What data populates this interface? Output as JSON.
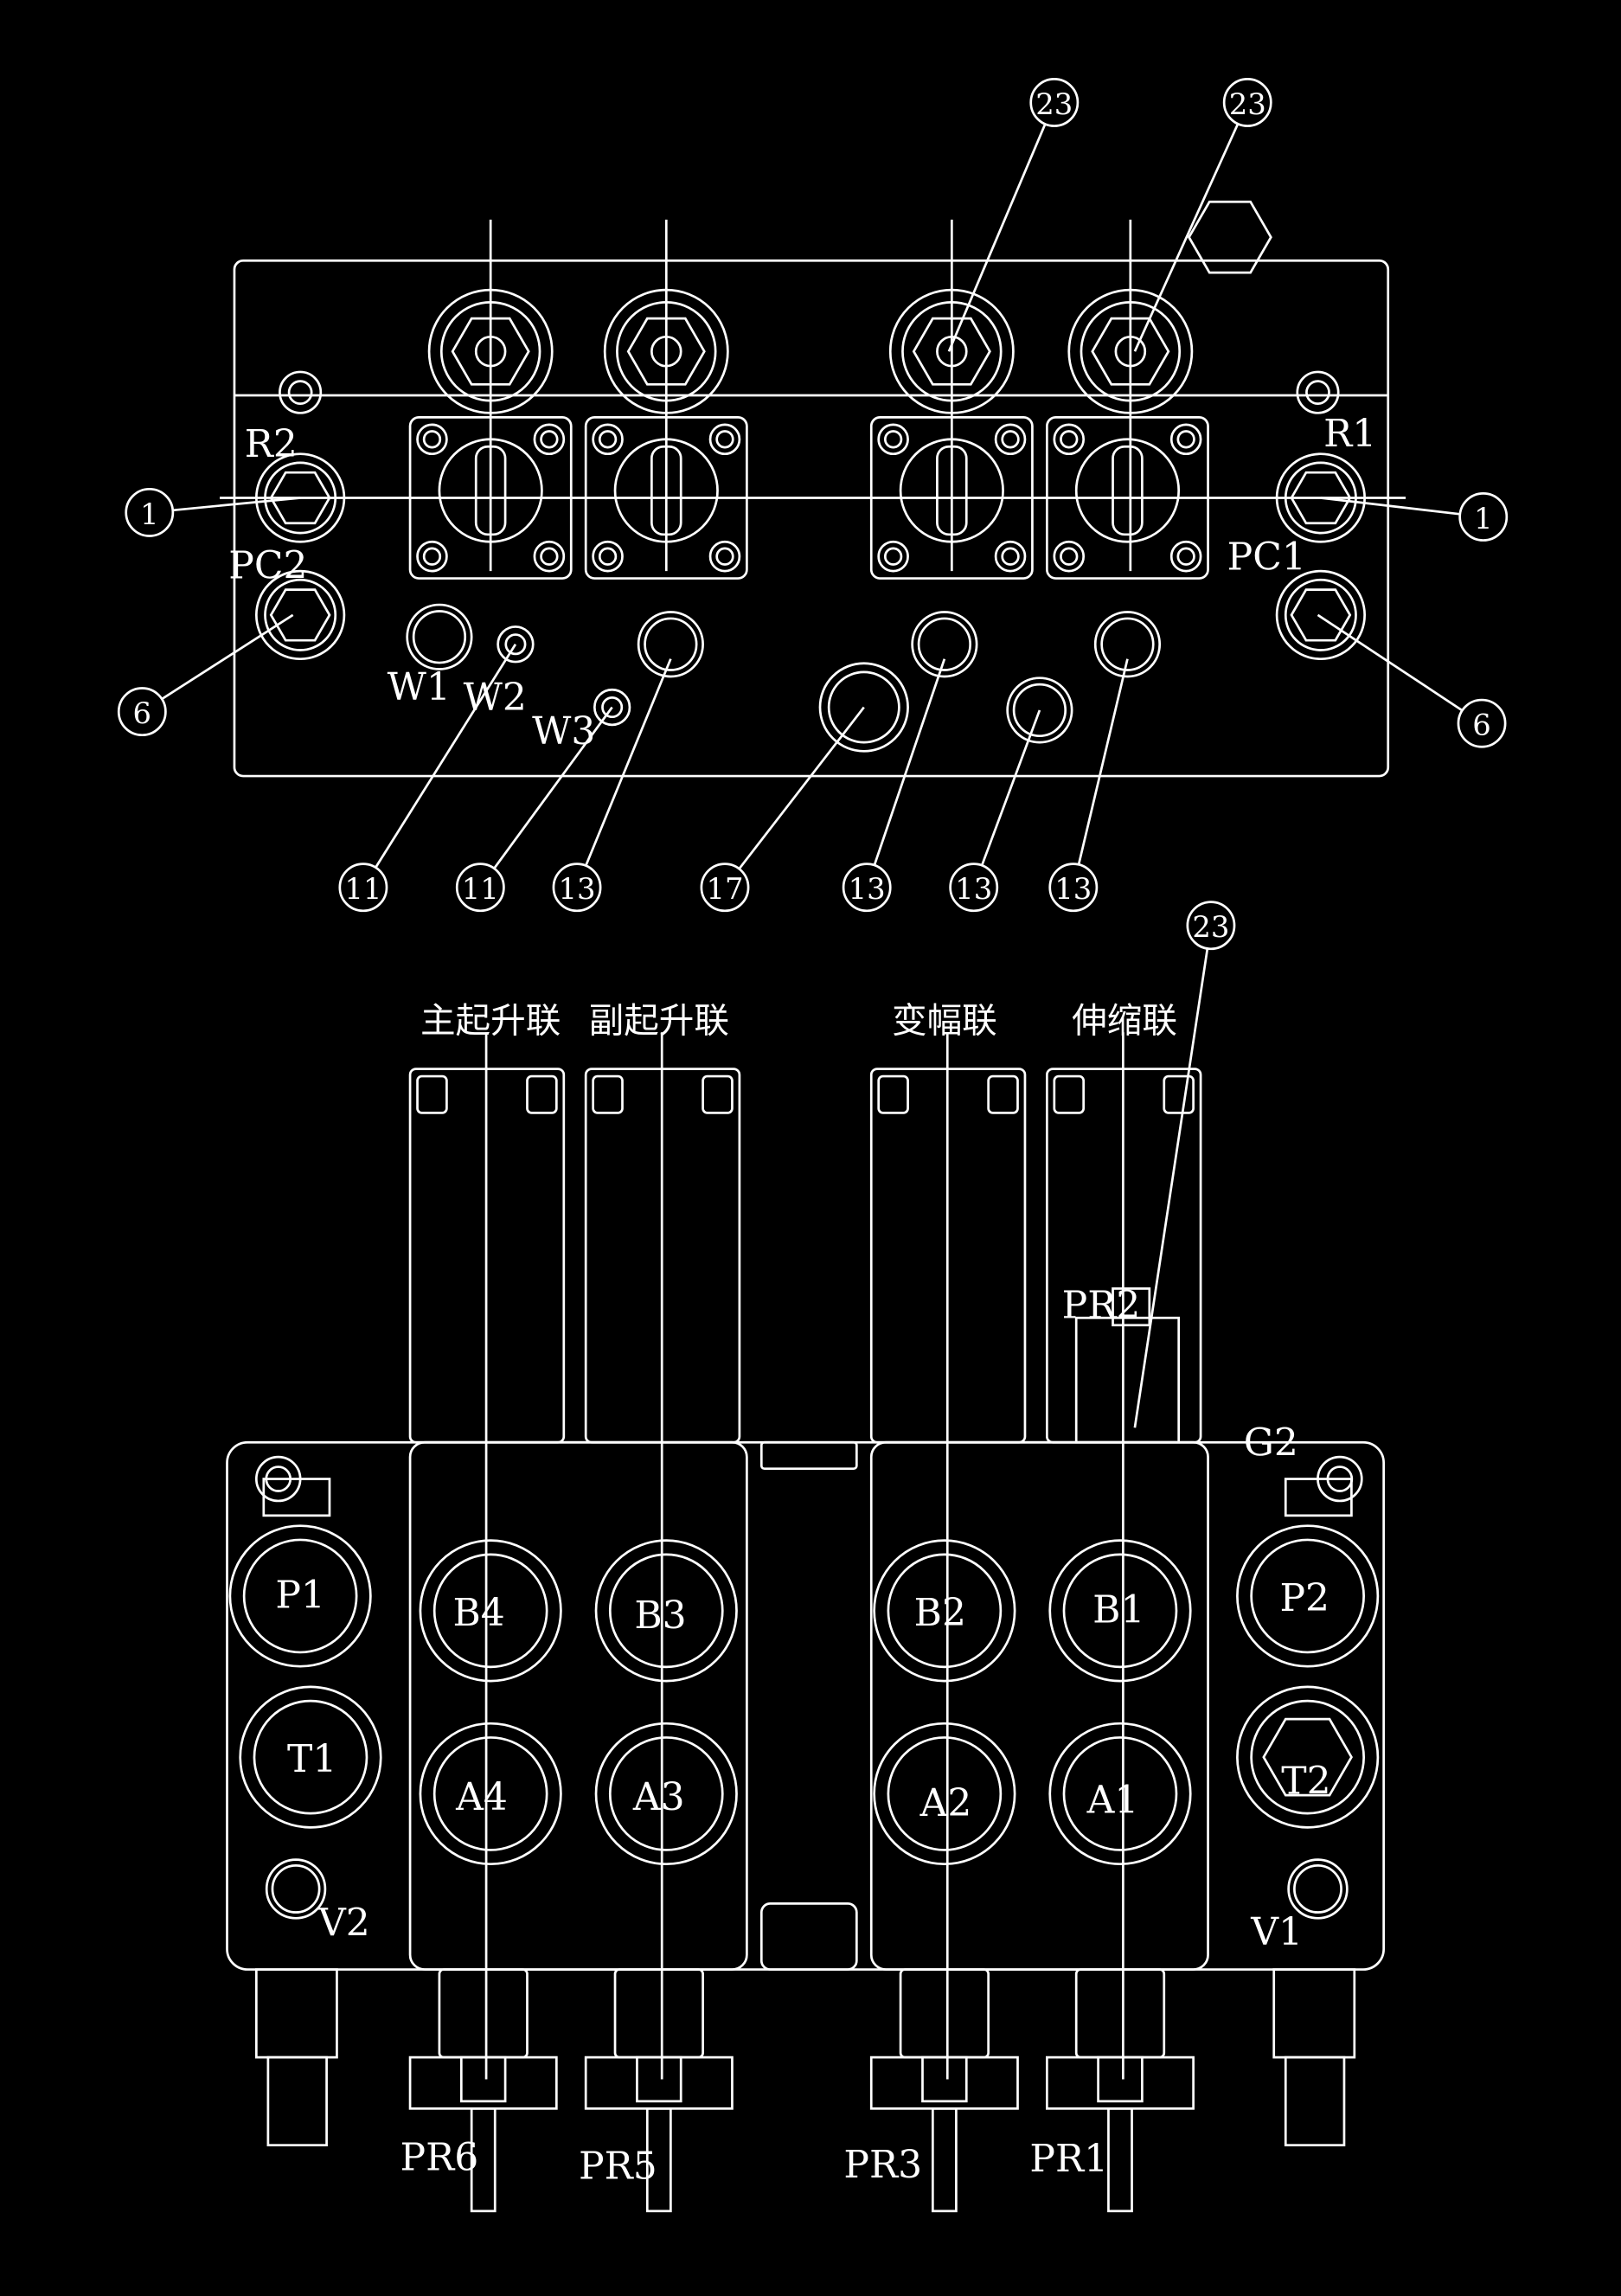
{
  "drawing": {
    "line_color": "#ffffff",
    "background": "#000000",
    "section_labels": [
      "主起升联",
      "副起升联",
      "变幅联",
      "伸缩联"
    ],
    "top_ports": [
      "R2",
      "PC2",
      "W1",
      "W2",
      "W3",
      "R1",
      "PC1"
    ],
    "bottom_ports": [
      "PR2",
      "G2",
      "P1",
      "B4",
      "B3",
      "B2",
      "B1",
      "P2",
      "T1",
      "A4",
      "A3",
      "A2",
      "A1",
      "T2",
      "V2",
      "V1",
      "PR6",
      "PR5",
      "PR3",
      "PR1"
    ],
    "callouts": [
      "23",
      "23",
      "1",
      "1",
      "6",
      "6",
      "11",
      "11",
      "13",
      "17",
      "13",
      "13",
      "13",
      "23"
    ]
  }
}
